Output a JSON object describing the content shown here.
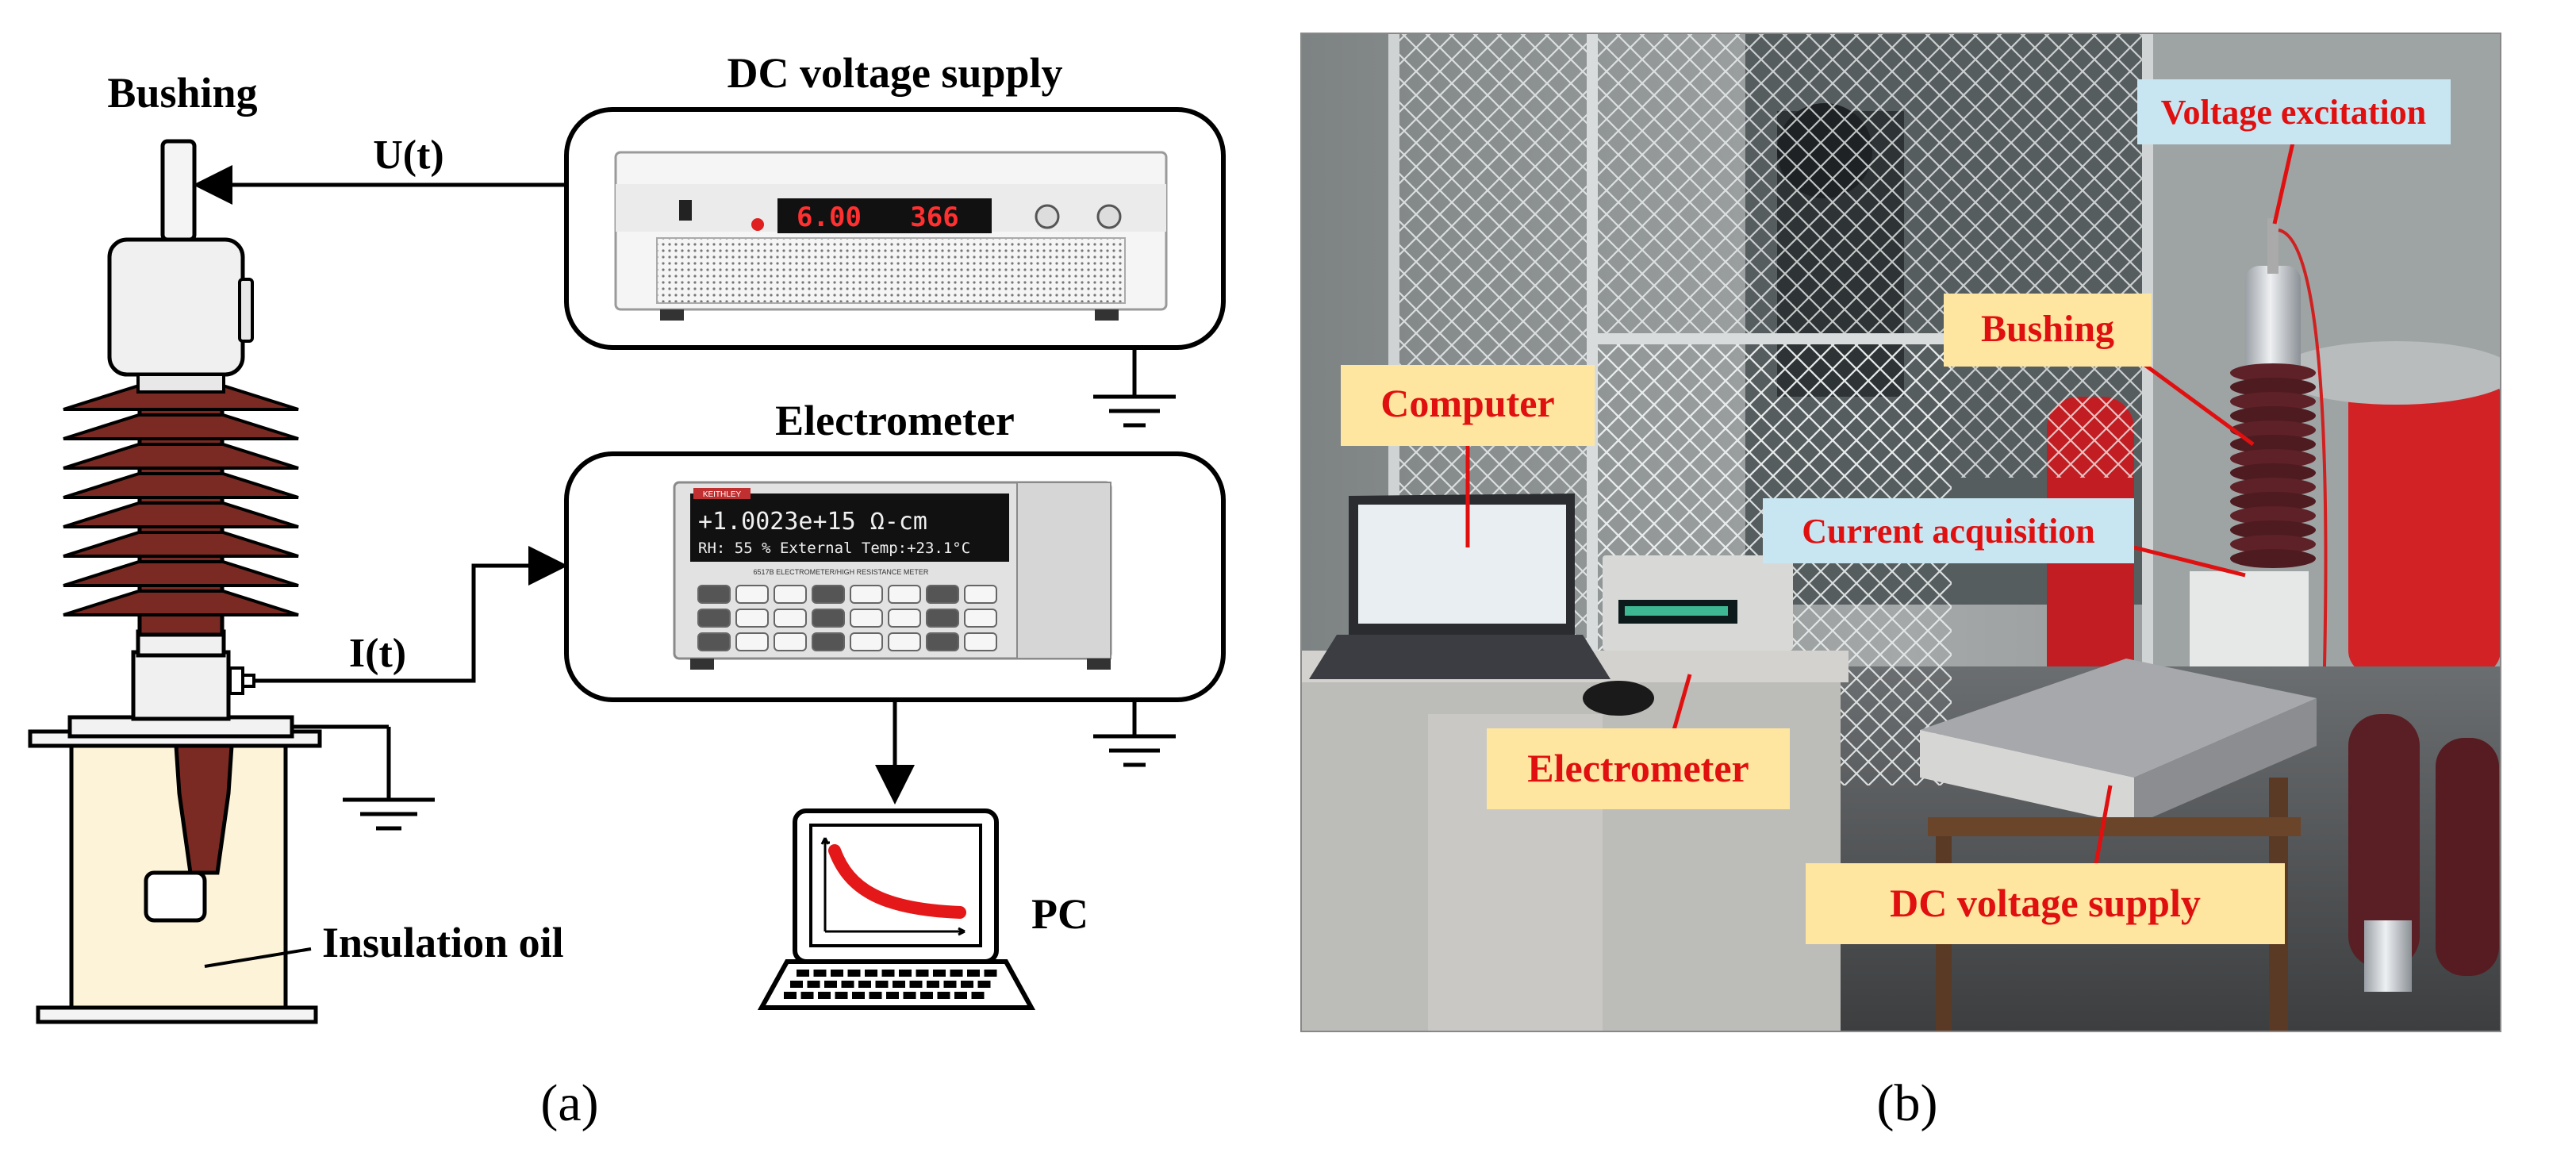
{
  "panel_a": {
    "labels": {
      "bushing": "Bushing",
      "dc_supply": "DC voltage supply",
      "electrometer": "Electrometer",
      "voltage_signal": "U(t)",
      "current_signal": "I(t)",
      "pc": "PC",
      "insulation_oil": "Insulation oil"
    },
    "dc_supply_display": {
      "voltage": "6.00",
      "current": "366"
    },
    "electrometer_display": {
      "line1": "+1.0023e+15 Ω-cm",
      "line2": "RH: 55 %   External Temp:+23.1°C",
      "brand": "KEITHLEY",
      "model": "6517B  ELECTROMETER/HIGH RESISTANCE METER"
    },
    "caption": "(a)"
  },
  "panel_b": {
    "tags": {
      "voltage_excitation": "Voltage excitation",
      "bushing": "Bushing",
      "computer": "Computer",
      "current_acquisition": "Current acquisition",
      "electrometer": "Electrometer",
      "dc_supply": "DC voltage supply"
    },
    "caption": "(b)"
  },
  "colors": {
    "shed": "#7a2a22",
    "oil": "#fdf3d8",
    "tag_yellow": "#ffe6a0",
    "tag_blue": "#c8e6f2",
    "tag_text": "#e01010",
    "curve": "#e41818"
  }
}
